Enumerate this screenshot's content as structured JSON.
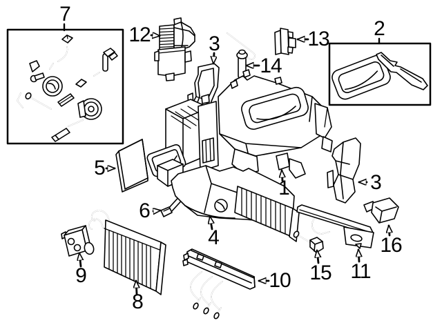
{
  "figure": {
    "type": "exploded-parts-diagram",
    "background": "#ffffff",
    "line_color": "#000000",
    "callouts": [
      {
        "label": "7"
      },
      {
        "label": "12"
      },
      {
        "label": "3"
      },
      {
        "label": "14"
      },
      {
        "label": "13"
      },
      {
        "label": "2"
      },
      {
        "label": "5"
      },
      {
        "label": "1"
      },
      {
        "label": "3"
      },
      {
        "label": "6"
      },
      {
        "label": "4"
      },
      {
        "label": "9"
      },
      {
        "label": "8"
      },
      {
        "label": "10"
      },
      {
        "label": "15"
      },
      {
        "label": "11"
      },
      {
        "label": "16"
      }
    ]
  }
}
